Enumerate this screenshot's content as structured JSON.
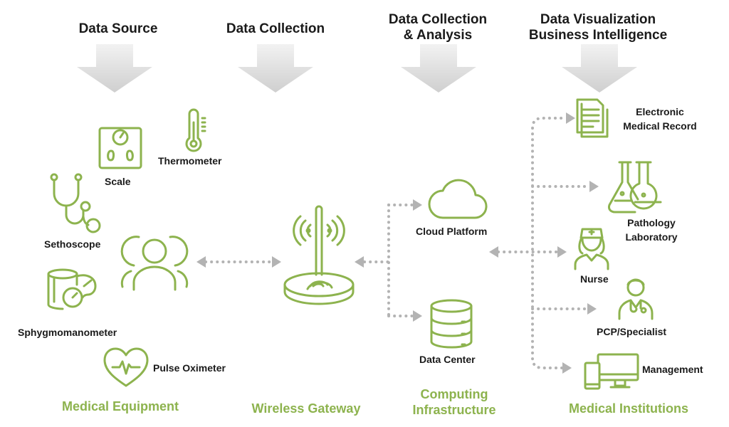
{
  "headers": {
    "data_source": "Data Source",
    "data_collection": "Data Collection",
    "data_collection_analysis_1": "Data Collection",
    "data_collection_analysis_2": "& Analysis",
    "data_visualization_1": "Data Visualization",
    "data_visualization_2": "Business Intelligence"
  },
  "devices": {
    "thermometer": "Thermometer",
    "scale": "Scale",
    "stethoscope": "Sethoscope",
    "sphygmomanometer": "Sphygmomanometer",
    "pulse_oximeter": "Pulse Oximeter"
  },
  "infrastructure": {
    "cloud_platform": "Cloud Platform",
    "data_center": "Data Center"
  },
  "institutions": {
    "emr_1": "Electronic",
    "emr_2": "Medical Record",
    "pathology_1": "Pathology",
    "pathology_2": "Laboratory",
    "nurse": "Nurse",
    "pcp": "PCP/Specialist",
    "management": "Management"
  },
  "categories": {
    "medical_equipment": "Medical Equipment",
    "wireless_gateway": "Wireless Gateway",
    "computing_1": "Computing",
    "computing_2": "Infrastructure",
    "medical_institutions": "Medical Institutions"
  },
  "colors": {
    "accent": "#8db34e",
    "connector": "#b3b3b3",
    "arrow": "#d9d9d9",
    "text": "#1a1a1a"
  }
}
